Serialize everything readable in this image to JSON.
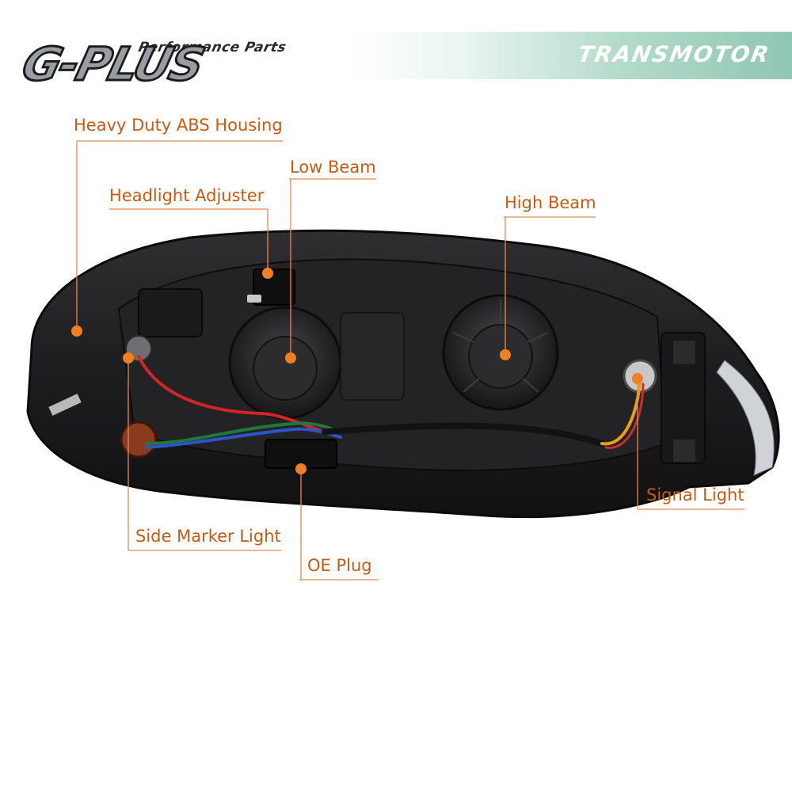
{
  "brand": {
    "logo_text": "G-PLUS",
    "logo_tagline": "Performance Parts",
    "banner_text": "TRANSMOTOR"
  },
  "colors": {
    "callout": "#c85a12",
    "callout_dot": "#f07f24",
    "housing": "#1c1c1e"
  },
  "callouts": [
    {
      "id": "heavy-duty-abs-housing",
      "text": "Heavy Duty ABS Housing"
    },
    {
      "id": "low-beam",
      "text": "Low Beam"
    },
    {
      "id": "headlight-adjuster",
      "text": "Headlight Adjuster"
    },
    {
      "id": "high-beam",
      "text": "High Beam"
    },
    {
      "id": "signal-light",
      "text": "Signal Light"
    },
    {
      "id": "side-marker-light",
      "text": "Side Marker Light"
    },
    {
      "id": "oe-plug",
      "text": "OE Plug"
    }
  ]
}
